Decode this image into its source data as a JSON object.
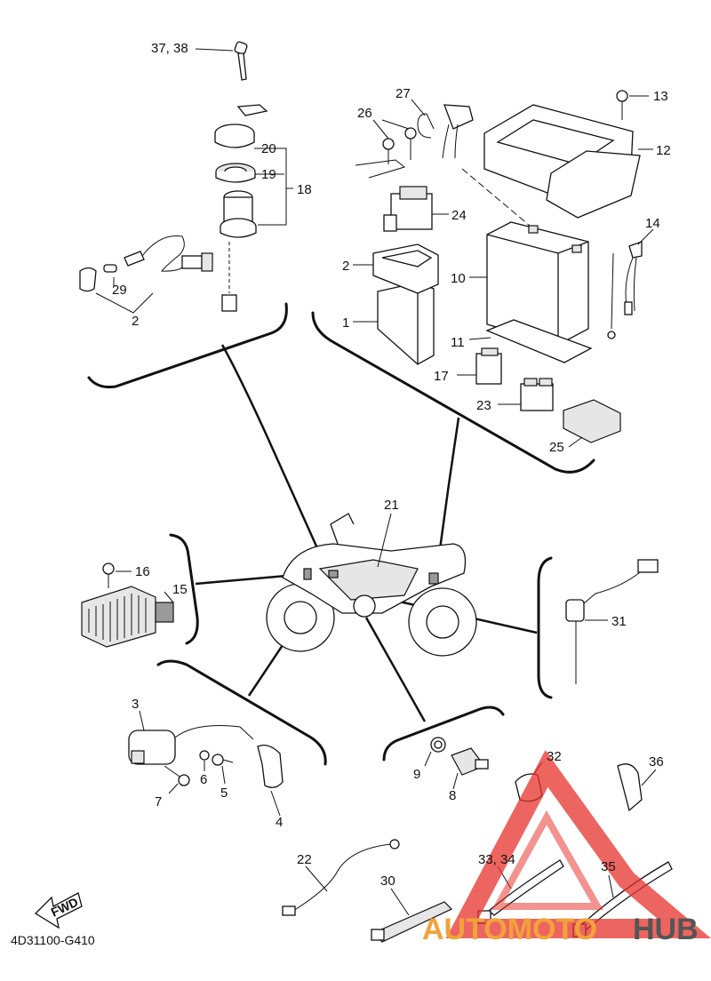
{
  "diagram_code": "4D31100-G410",
  "fwd_label": "FWD",
  "watermark": {
    "text_a": "AUTOMOTO",
    "text_b": "HUB",
    "color_a": "#f2a23a",
    "color_b": "#555555",
    "logo_color": "#e8322b"
  },
  "callouts": {
    "c1": "1",
    "c2a": "2",
    "c2b": "2",
    "c3": "3",
    "c4": "4",
    "c5": "5",
    "c6": "6",
    "c7": "7",
    "c8": "8",
    "c9": "9",
    "c10": "10",
    "c11": "11",
    "c12": "12",
    "c13": "13",
    "c14": "14",
    "c15": "15",
    "c16": "16",
    "c17": "17",
    "c18": "18",
    "c19": "19",
    "c20": "20",
    "c21": "21",
    "c22": "22",
    "c23": "23",
    "c24": "24",
    "c25": "25",
    "c26": "26",
    "c27": "27",
    "c29": "29",
    "c30": "30",
    "c31": "31",
    "c32": "32",
    "c3334": "33, 34",
    "c35": "35",
    "c36": "36",
    "c3738": "37, 38"
  }
}
